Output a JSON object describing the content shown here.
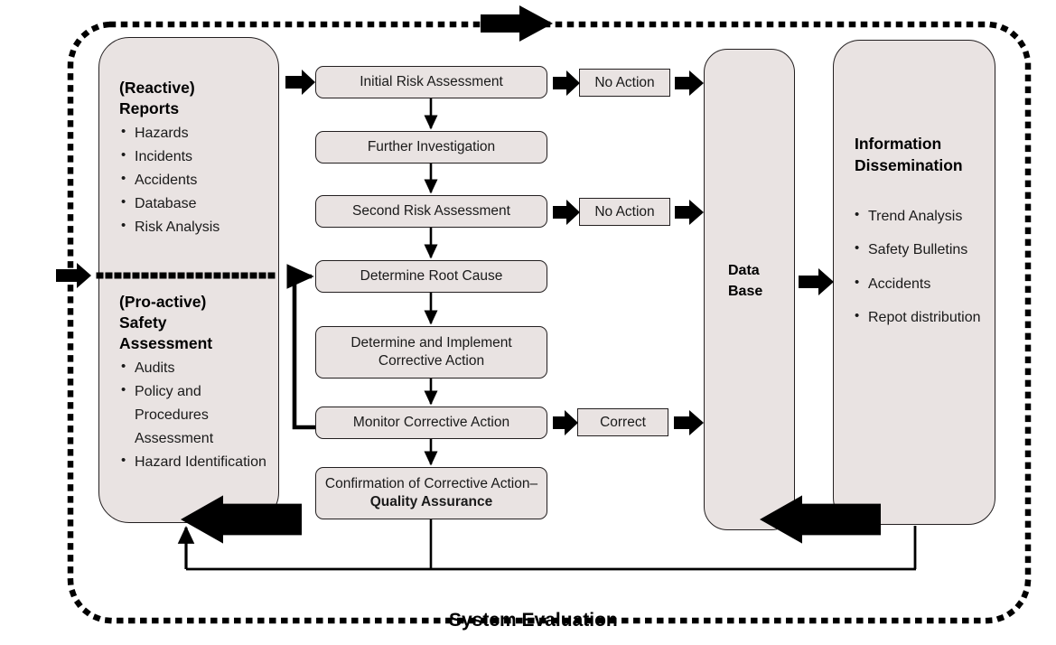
{
  "diagram": {
    "title_bottom": "System Evaluation",
    "left_panel": {
      "reactive": {
        "heading_line1": "(Reactive)",
        "heading_line2": "Reports",
        "items": [
          "Hazards",
          "Incidents",
          "Accidents",
          "Database",
          "Risk Analysis"
        ]
      },
      "proactive": {
        "heading_line1": "(Pro-active)",
        "heading_line2": "Safety",
        "heading_line3": "Assessment",
        "items": [
          "Audits",
          "Policy and Procedures Assessment",
          "Hazard Identification"
        ]
      }
    },
    "process_steps": [
      {
        "id": "initial-risk-assessment",
        "label": "Initial Risk Assessment"
      },
      {
        "id": "further-investigation",
        "label": "Further Investigation"
      },
      {
        "id": "second-risk-assessment",
        "label": "Second Risk Assessment"
      },
      {
        "id": "determine-root-cause",
        "label": "Determine Root Cause"
      },
      {
        "id": "determine-implement-corrective-action",
        "label": "Determine and Implement Corrective Action"
      },
      {
        "id": "monitor-corrective-action",
        "label": "Monitor Corrective Action"
      },
      {
        "id": "confirmation-corrective-action",
        "label_plain": "Confirmation of Corrective Action– ",
        "label_bold": "Quality Assurance"
      }
    ],
    "outcome_boxes": [
      {
        "id": "no-action-1",
        "label": "No Action"
      },
      {
        "id": "no-action-2",
        "label": "No Action"
      },
      {
        "id": "correct",
        "label": "Correct"
      }
    ],
    "database": {
      "line1": "Data",
      "line2": "Base"
    },
    "information_dissemination": {
      "heading_line1": "Information",
      "heading_line2": "Dissemination",
      "items": [
        "Trend Analysis",
        "Safety Bulletins",
        "Accidents",
        "Repot distribution"
      ]
    },
    "colors": {
      "box_fill": "#e9e3e2",
      "stroke": "#231f20",
      "text": "#1a1a1a",
      "background": "#ffffff"
    }
  }
}
